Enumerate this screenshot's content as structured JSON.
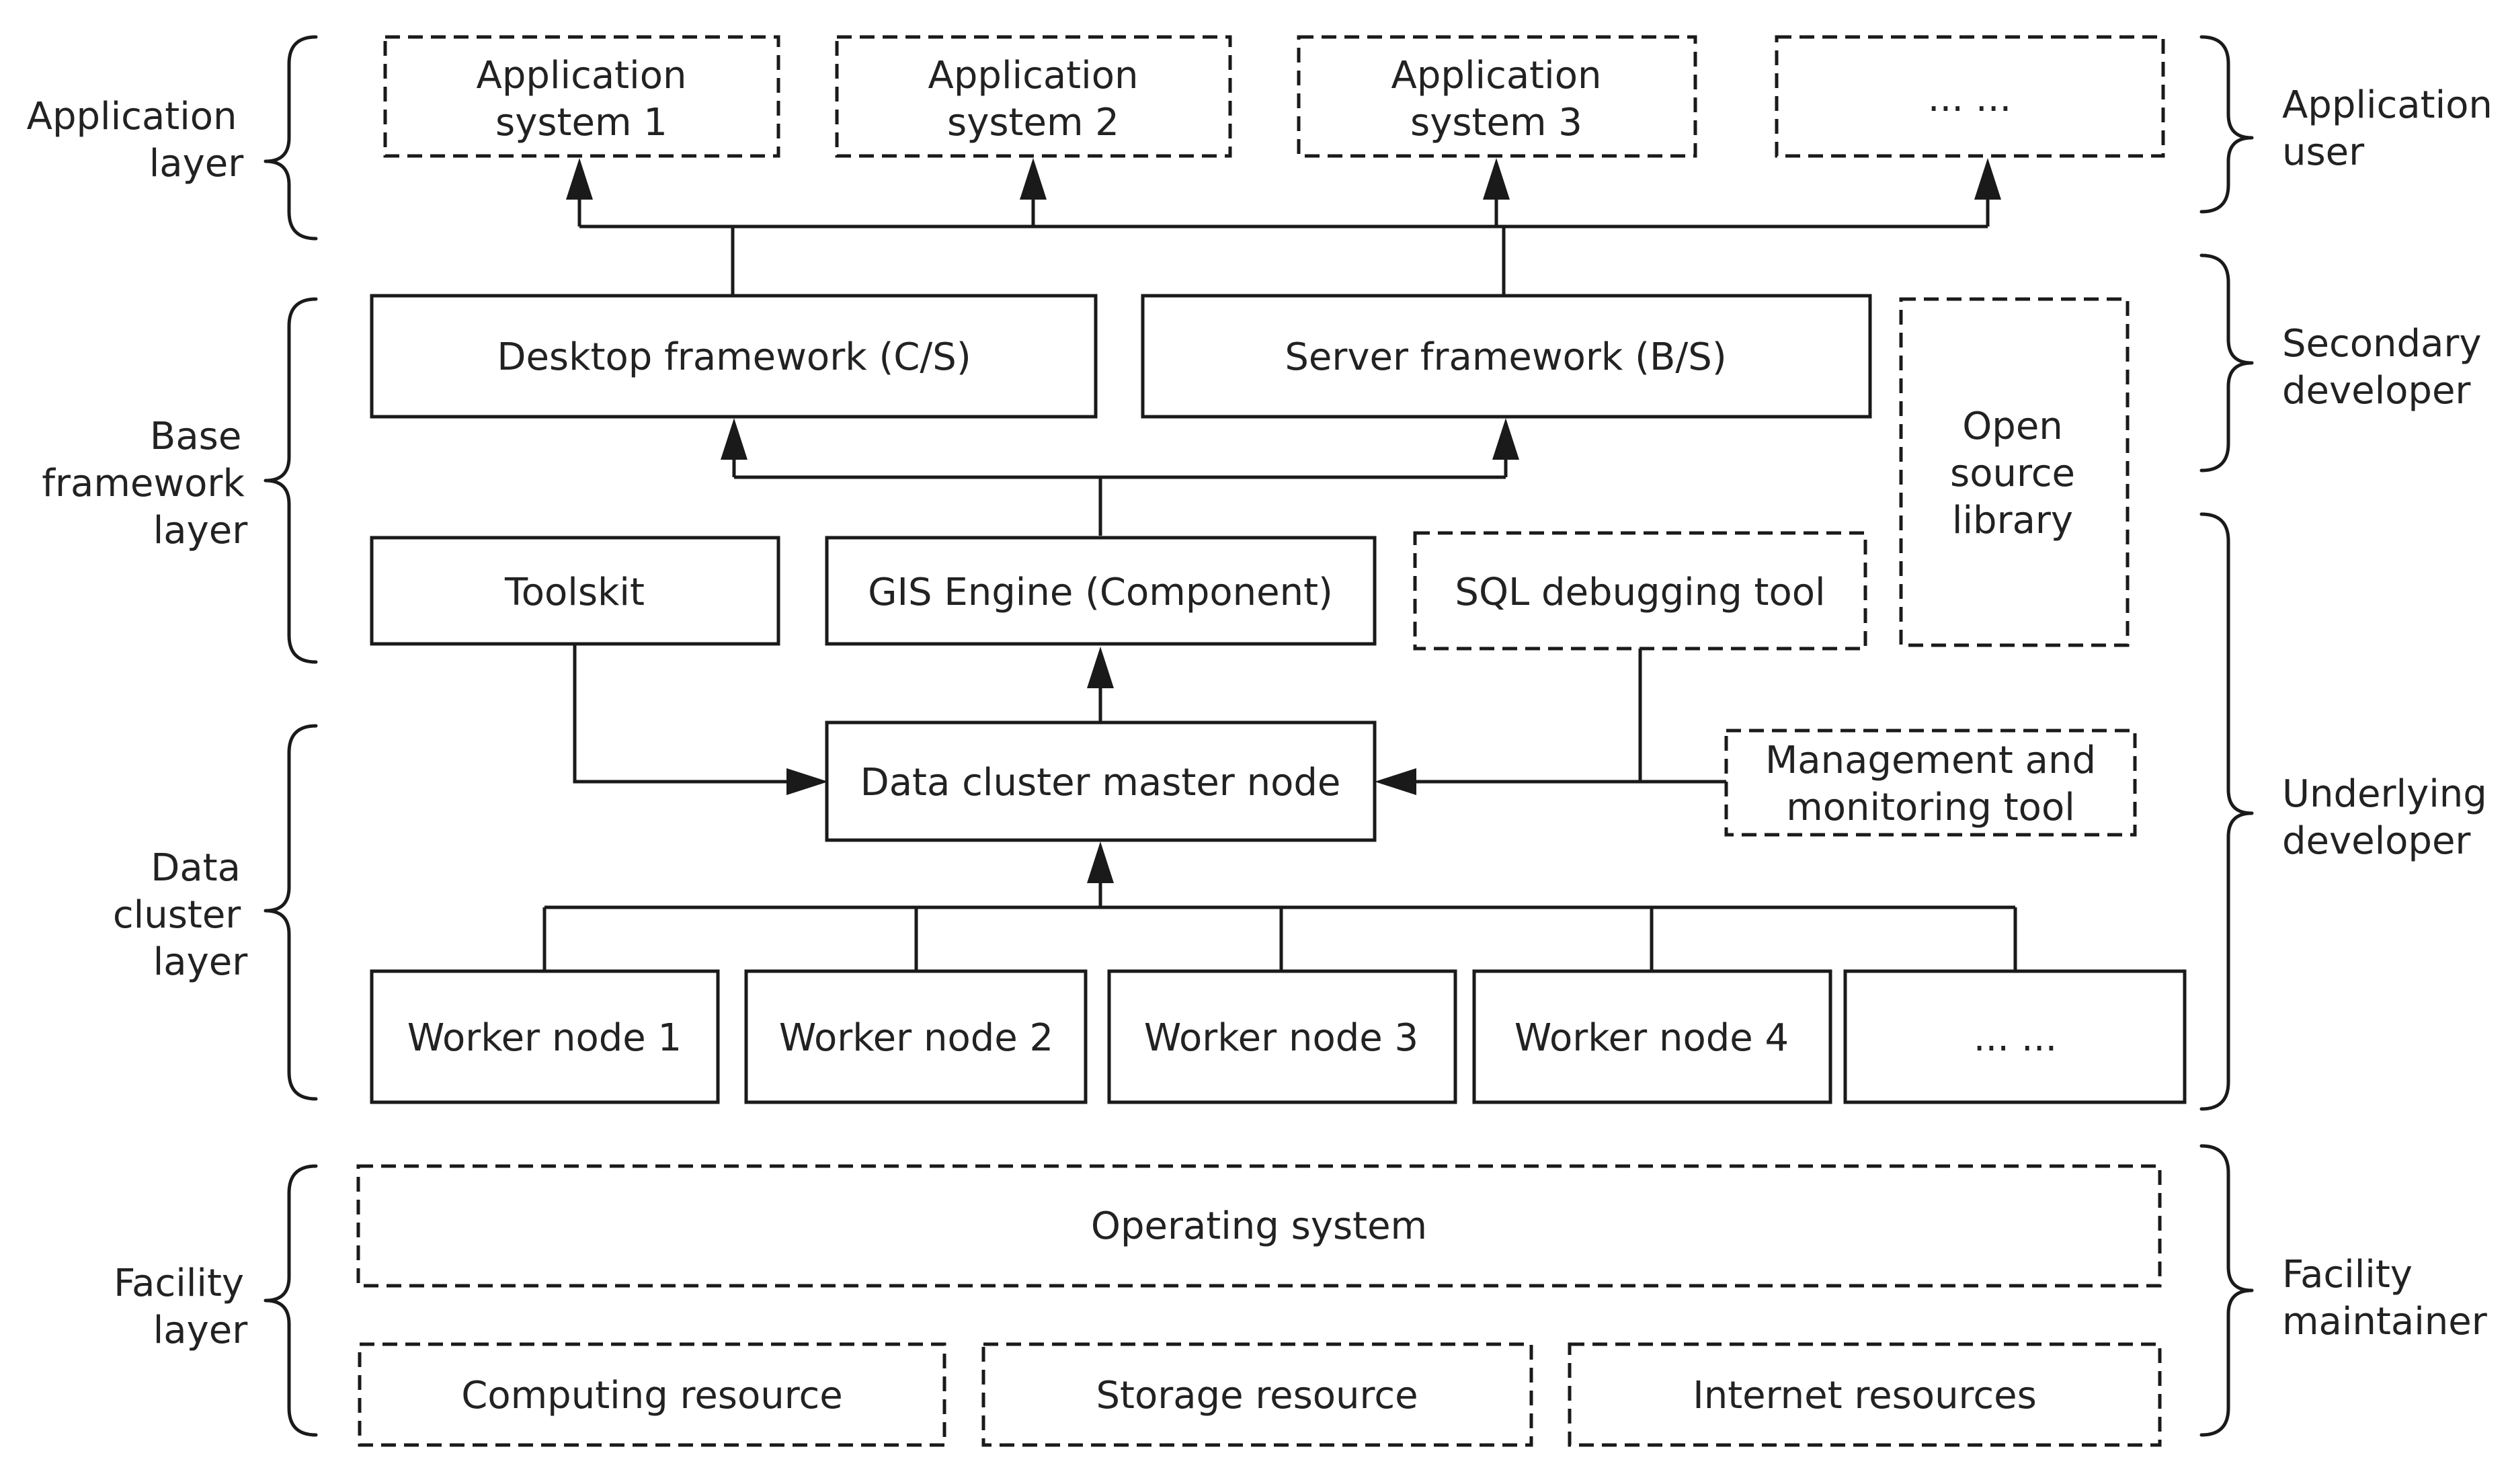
{
  "diagram": {
    "left_labels": {
      "application_layer": [
        "Application",
        "layer"
      ],
      "base_framework_layer": [
        "Base",
        "framework",
        "layer"
      ],
      "data_cluster_layer": [
        "Data",
        "cluster",
        "layer"
      ],
      "facility_layer": [
        "Facility",
        "layer"
      ]
    },
    "right_labels": {
      "application_user": [
        "Application",
        "user"
      ],
      "secondary_developer": [
        "Secondary",
        "developer"
      ],
      "underlying_developer": [
        "Underlying",
        "developer"
      ],
      "facility_maintainer": [
        "Facility",
        "maintainer"
      ]
    },
    "nodes": {
      "app_system_1": [
        "Application",
        "system 1"
      ],
      "app_system_2": [
        "Application",
        "system 2"
      ],
      "app_system_3": [
        "Application",
        "system 3"
      ],
      "app_more": "... ...",
      "desktop_framework": "Desktop framework (C/S)",
      "server_framework": "Server framework (B/S)",
      "open_source_library": [
        "Open",
        "source",
        "library"
      ],
      "toolskit": "Toolskit",
      "gis_engine": "GIS Engine (Component)",
      "sql_debugging_tool": "SQL debugging tool",
      "data_cluster_master_node": "Data cluster master node",
      "management_monitoring_tool": [
        "Management and",
        "monitoring tool"
      ],
      "worker_node_1": "Worker node 1",
      "worker_node_2": "Worker node 2",
      "worker_node_3": "Worker node 3",
      "worker_node_4": "Worker node 4",
      "worker_more": "... ...",
      "operating_system": "Operating system",
      "computing_resource": "Computing resource",
      "storage_resource": "Storage resource",
      "internet_resources": "Internet resources"
    }
  }
}
